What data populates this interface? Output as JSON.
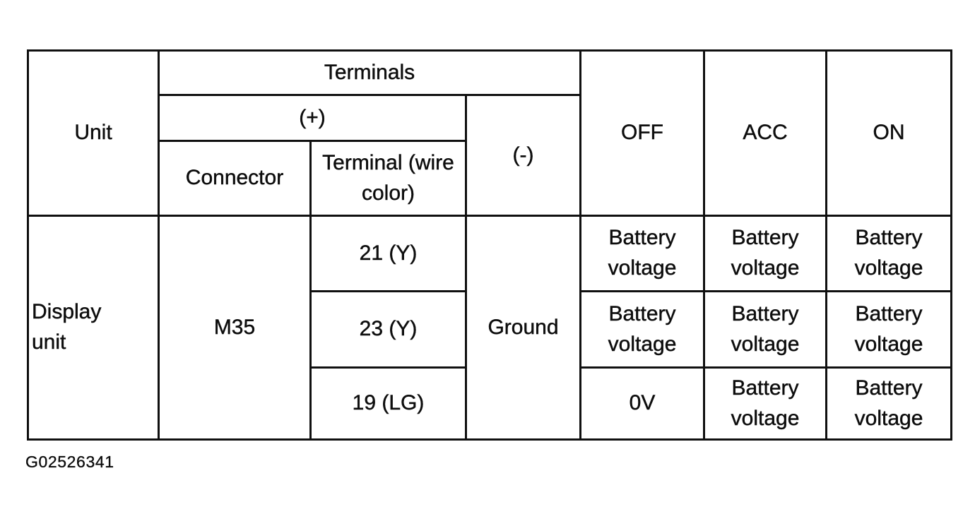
{
  "table": {
    "header": {
      "unit": "Unit",
      "terminals": "Terminals",
      "plus": "(+)",
      "minus": "(-)",
      "connector": "Connector",
      "terminal_wire_color": "Terminal (wire color)",
      "off": "OFF",
      "acc": "ACC",
      "on": "ON"
    },
    "body": {
      "unit_name": "Display unit",
      "connector": "M35",
      "minus_terminal": "Ground",
      "rows": [
        {
          "terminal": "21 (Y)",
          "off": "Battery voltage",
          "acc": "Battery voltage",
          "on": "Battery voltage"
        },
        {
          "terminal": "23 (Y)",
          "off": "Battery voltage",
          "acc": "Battery voltage",
          "on": "Battery voltage"
        },
        {
          "terminal": "19 (LG)",
          "off": "0V",
          "acc": "Battery voltage",
          "on": "Battery voltage"
        }
      ]
    }
  },
  "caption": "G02526341",
  "colors": {
    "ink": "#0d0d0d",
    "background": "#ffffff"
  }
}
